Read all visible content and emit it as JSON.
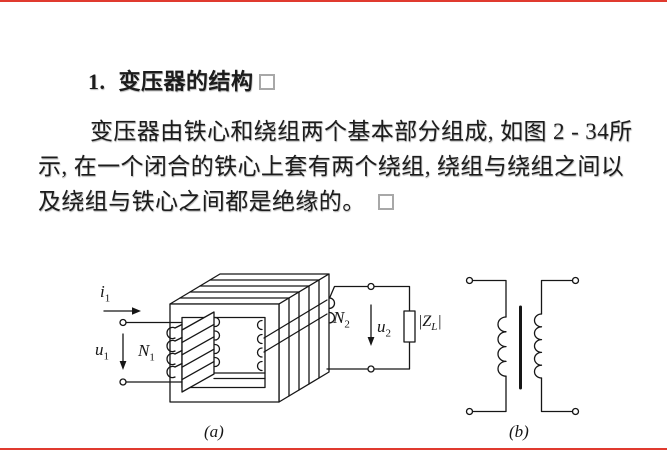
{
  "page": {
    "title_number": "1.",
    "title_text": "变压器的结构",
    "body_line1": "变压器由铁心和绕组两个基本部分组成, 如图 2 - 34所",
    "body_line2": "示, 在一个闭合的铁心上套有两个绕组, 绕组与绕组之间以",
    "body_line3": "及绕组与铁心之间都是绝缘的。"
  },
  "figure": {
    "sublabel_a": "(a)",
    "sublabel_b": "(b)",
    "labels": {
      "i1": {
        "base": "i",
        "sub": "1"
      },
      "u1": {
        "base": "u",
        "sub": "1"
      },
      "n1": {
        "base": "N",
        "sub": "1"
      },
      "n2": {
        "base": "N",
        "sub": "2"
      },
      "u2": {
        "base": "u",
        "sub": "2"
      },
      "zl": {
        "pre": "|Z",
        "sub": "L",
        "post": "|"
      }
    }
  },
  "colors": {
    "edge_line_red": "#e03a2f",
    "ink_black": "#161616",
    "placeholder_gray": "#a8a8a8"
  }
}
